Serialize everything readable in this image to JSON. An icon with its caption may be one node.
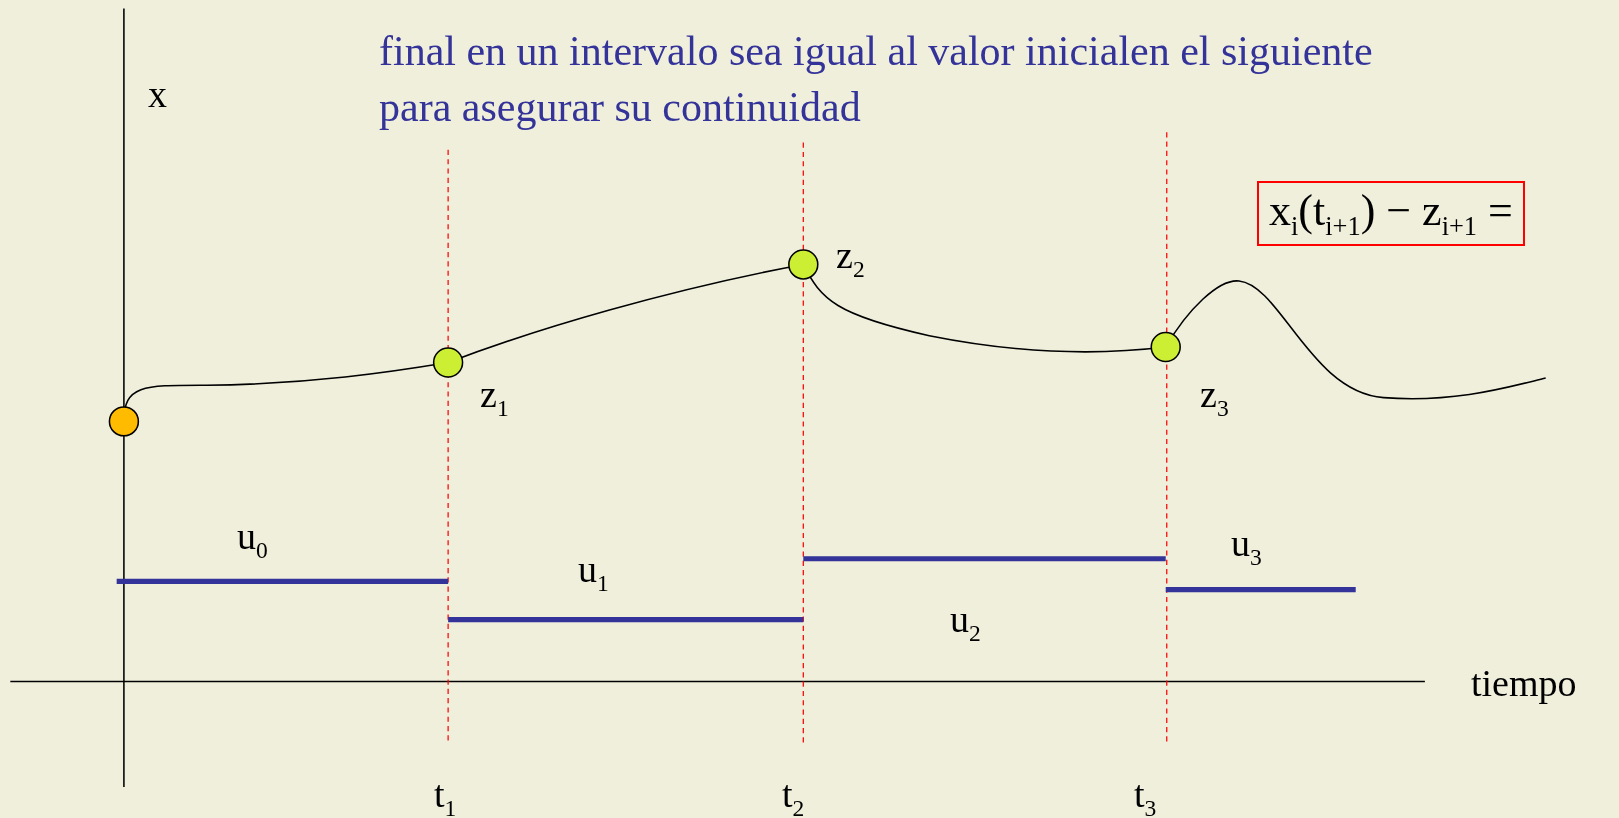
{
  "diagram": {
    "nodes": [
      {
        "text": [
          "x$_{i}$(t$_{i+1}$) − z$_{i+1}$ ="
        ]
      }
    ],
    "labels": [
      "final en un intervalo sea igual al valor inicialen el siguiente para asegurar su continuidad",
      "x",
      "z$_{2}$",
      "z$_{1}$",
      "z$_{3}$",
      "u$_{0}$",
      "u$_{1}$",
      "u$_{3}$",
      "u$_{2}$",
      "tiempo",
      "t$_{1}$",
      "t$_{2}$",
      "t$_{3}$"
    ]
  }
}
